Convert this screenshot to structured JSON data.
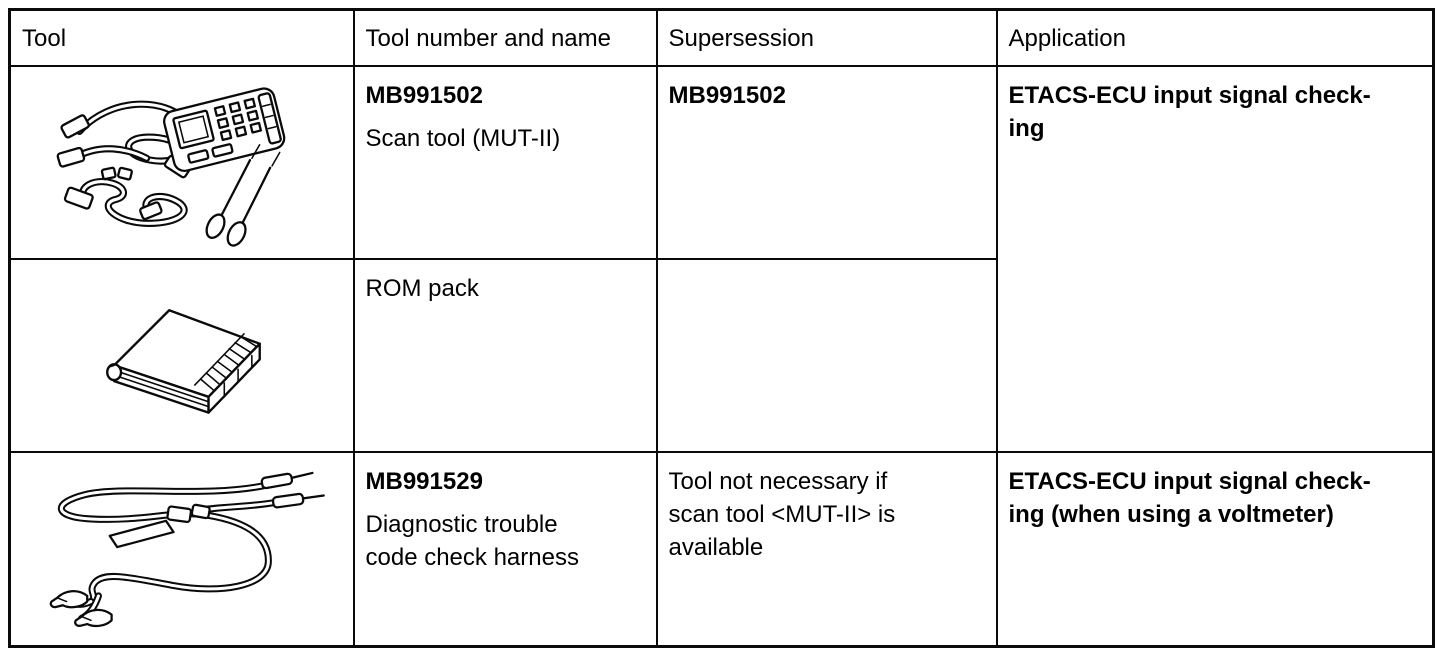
{
  "page": {
    "background": "#ffffff",
    "ink_color": "#000000"
  },
  "table": {
    "headers": [
      "Tool",
      "Tool number and name",
      "Supersession",
      "Application"
    ],
    "rows": [
      {
        "image_icon": "scan-tool-kit-illustration",
        "number": "MB991502",
        "name": "Scan tool (MUT-II)",
        "supersession": "MB991502",
        "application": [
          "ETACS-ECU input signal check-",
          "ing"
        ]
      },
      {
        "image_icon": "rom-pack-illustration",
        "name": "ROM pack",
        "supersession": ""
      },
      {
        "image_icon": "diagnostic-harness-illustration",
        "number": "MB991529",
        "name": [
          "Diagnostic trouble",
          "code check harness"
        ],
        "supersession": [
          "Tool not necessary if",
          "scan tool <MUT-II> is",
          "available"
        ],
        "application": [
          "ETACS-ECU input signal check-",
          "ing (when using a voltmeter)"
        ]
      }
    ]
  }
}
